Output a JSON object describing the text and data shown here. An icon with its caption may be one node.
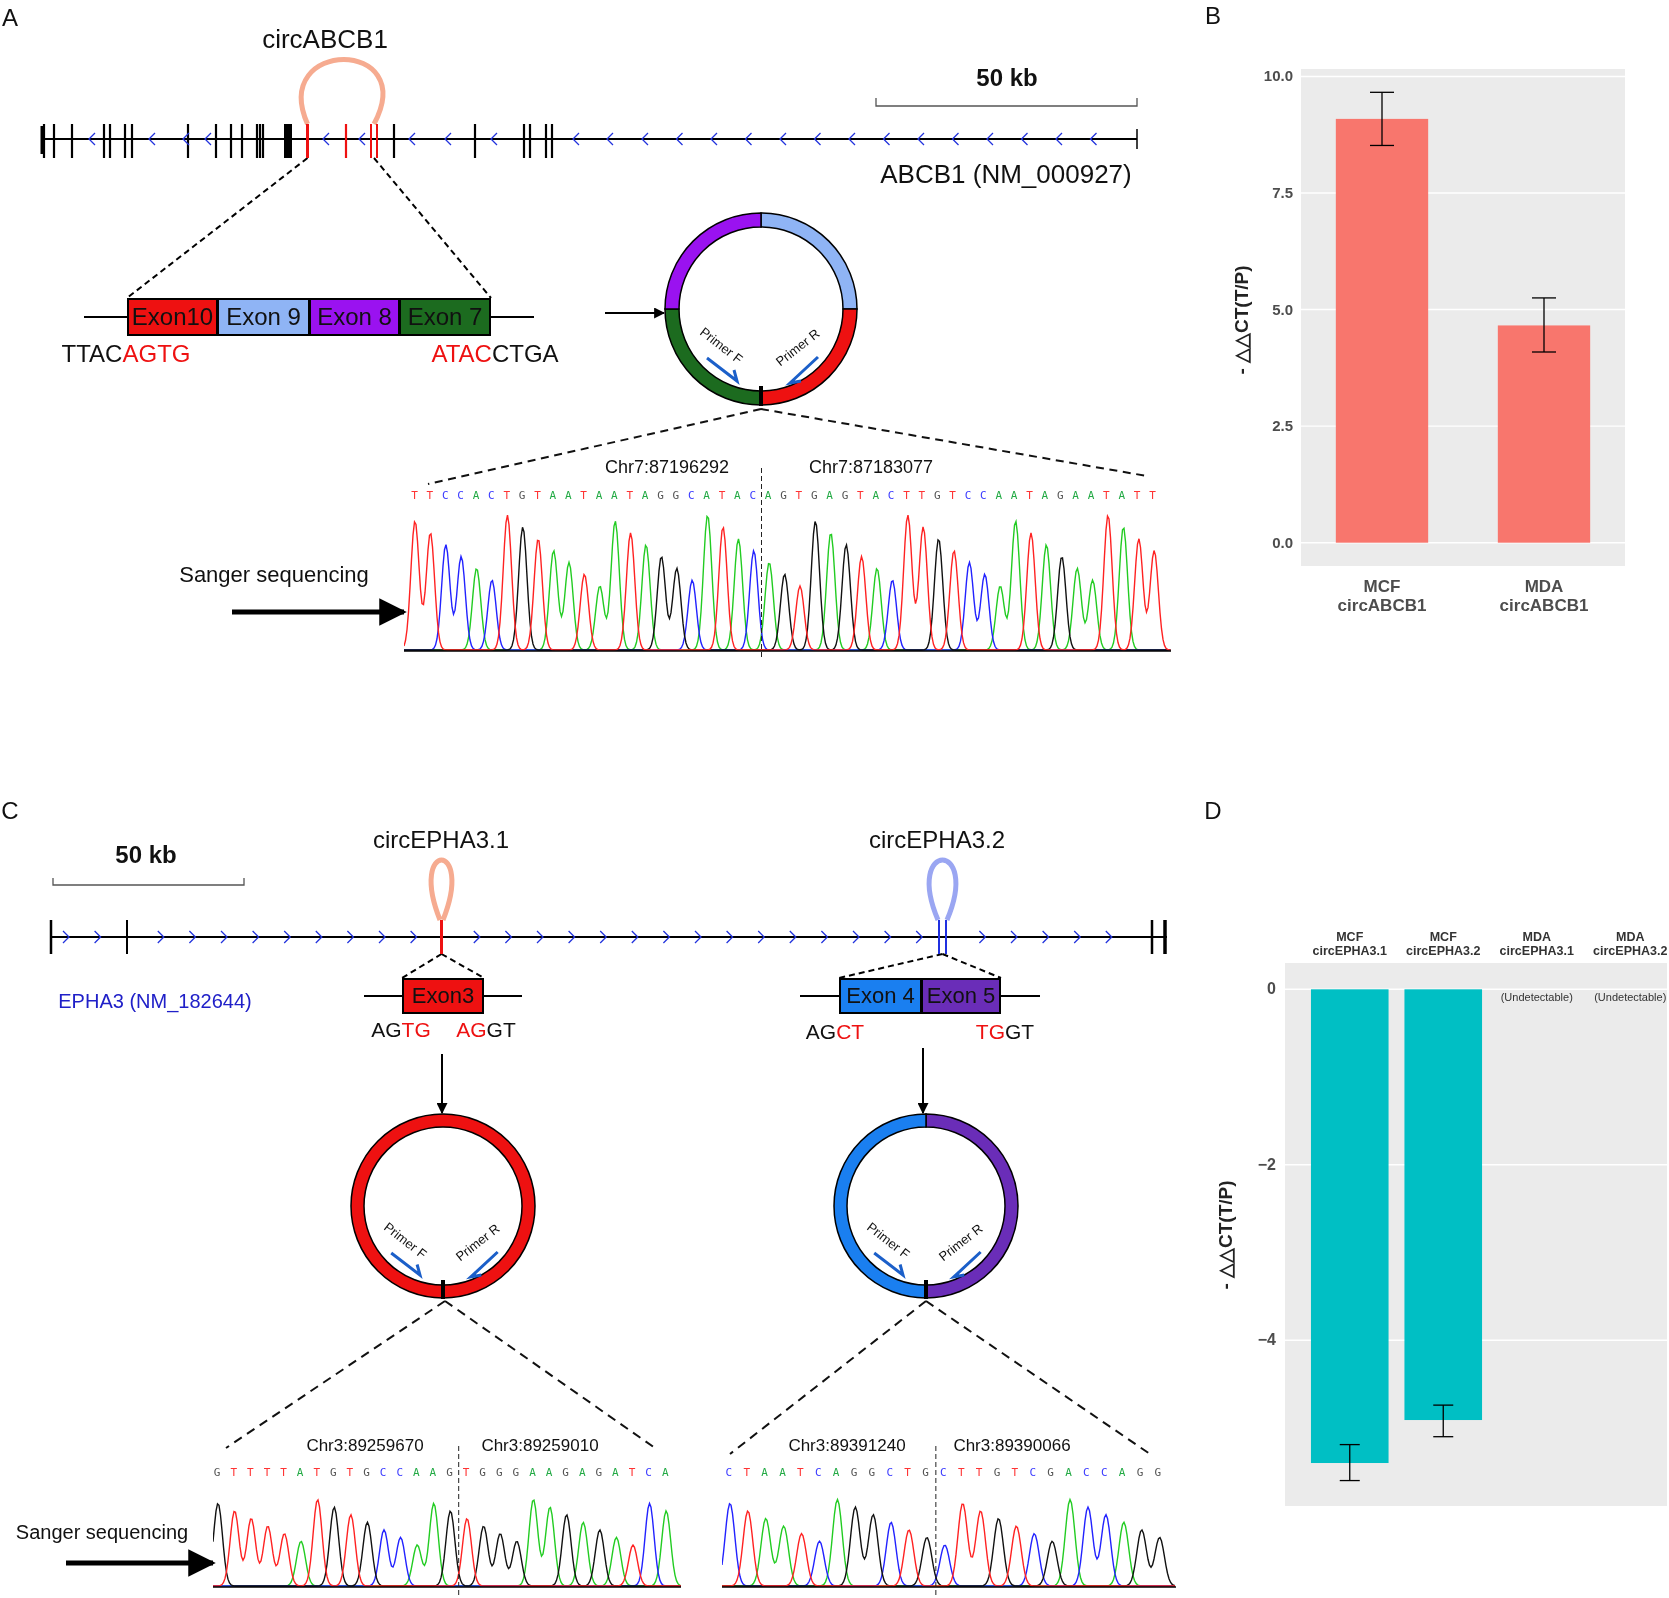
{
  "diagram": {
    "nodes": [
      {
        "text": [
          "Exon10"
        ]
      },
      {
        "text": [
          "Exon 9"
        ]
      },
      {
        "text": [
          "Exon 8"
        ]
      },
      {
        "text": [
          "Exon 7"
        ]
      },
      {
        "text": [
          "Primer F",
          "Primer R"
        ]
      },
      {
        "text": [
          "Sanger sequencing"
        ]
      },
      {
        "text": [
          "Chr7:87196292",
          "Chr7:87183077",
          "T T C C A C T G T A A T A A T A G G C A T A C A G T G A G T A C T T G T C C A A T A G A A T A T T"
        ]
      },
      {
        "text": [
          "Exon3"
        ]
      },
      {
        "text": [
          "Exon 4"
        ]
      },
      {
        "text": [
          "Exon 5"
        ]
      },
      {
        "text": [
          "Primer F",
          "Primer R"
        ]
      },
      {
        "text": [
          "Primer F",
          "Primer R"
        ]
      },
      {
        "text": [
          "Sanger sequencing"
        ]
      },
      {
        "text": [
          "Chr3:89259670",
          "Chr3:89259010",
          "G T T T T A T G T G C C A A G T G G G A A G A G A T C A"
        ]
      },
      {
        "text": [
          "Chr3:89391240",
          "Chr3:89390066",
          "C T A A T C A G G C T G C T T G T C G A C C A G G"
        ]
      },
      {
        "text": [],
        "shape": "bar"
      },
      {
        "text": [],
        "shape": "bar"
      },
      {
        "text": [],
        "shape": "bar"
      },
      {
        "text": [],
        "shape": "bar"
      }
    ],
    "edges": [
      {
        "from": null,
        "to": 4,
        "arrow": "to"
      },
      {
        "from": 5,
        "to": 6,
        "arrow": "to",
        "style": "thick"
      },
      {
        "from": null,
        "to": 10,
        "arrow": "to"
      },
      {
        "from": null,
        "to": 11,
        "arrow": "to"
      },
      {
        "from": 12,
        "to": 13,
        "arrow": "to",
        "style": "thick"
      },
      {
        "from": 15,
        "to": 0,
        "arrow": "none",
        "style": "dashed"
      },
      {
        "from": 16,
        "to": 3,
        "arrow": "none",
        "style": "dashed"
      },
      {
        "from": 17,
        "to": 7,
        "arrow": "none",
        "style": "dashed"
      },
      {
        "from": 17,
        "to": 7,
        "arrow": "none",
        "style": "dashed"
      },
      {
        "from": 18,
        "to": 8,
        "arrow": "none",
        "style": "dashed"
      },
      {
        "from": 18,
        "to": 9,
        "arrow": "none",
        "style": "dashed"
      },
      {
        "from": 15,
        "to": 16,
        "arrow": "none",
        "style": "thick",
        "color": "#f6ab90"
      },
      {
        "from": 17,
        "to": 17,
        "arrow": "none",
        "style": "thick",
        "color": "#f6ab90"
      },
      {
        "from": 18,
        "to": 18,
        "arrow": "none",
        "style": "thick",
        "color": "#9aa6f2"
      }
    ],
    "labels": [
      "A",
      "circABCB1",
      "50 kb",
      "ABCB1 (NM_000927)",
      "TTACAGTG",
      "ATACCTGA",
      "B",
      "C",
      "50 kb",
      "circEPHA3.1",
      "circEPHA3.2",
      "EPHA3 (NM_182644)",
      "AGTG",
      "AGGT",
      "AGCT",
      "TGGT",
      "D"
    ],
    "chart_data": [
      {
        "type": "bar",
        "ylabel": "- △△CT(T/P)",
        "categories": [
          "MCF circABCB1",
          "MDA circABCB1"
        ],
        "series": [
          {
            "color": "#f8766d",
            "values": [
              9.09,
              4.66
            ],
            "errors": [
              [
                8.52,
                9.66
              ],
              [
                4.09,
                5.25
              ]
            ]
          }
        ],
        "ylim": [
          -0.5,
          10.16
        ],
        "yticks": [
          {
            "value": 0,
            "label": "0.0"
          },
          {
            "value": 2.5,
            "label": "2.5"
          },
          {
            "value": 5,
            "label": "5.0"
          },
          {
            "value": 7.5,
            "label": "7.5"
          },
          {
            "value": 10,
            "label": "10.0"
          }
        ],
        "grid": true
      },
      {
        "type": "bar",
        "ylabel": "- △△CT(T/P)",
        "categories": [
          "MCF circEPHA3.1",
          "MCF circEPHA3.2",
          "MDA circEPHA3.1",
          "MDA circEPHA3.2"
        ],
        "series": [
          {
            "color": "#00bfc4",
            "values": [
              -5.4,
              -4.91,
              null,
              null
            ],
            "errors": [
              [
                -5.6,
                -5.19
              ],
              [
                -5.1,
                -4.74
              ],
              null,
              null
            ]
          }
        ],
        "ylim": [
          -5.89,
          0.3
        ],
        "yticks": [
          {
            "value": -4,
            "label": "−4"
          },
          {
            "value": -2,
            "label": "−2"
          },
          {
            "value": 0,
            "label": "0"
          }
        ],
        "grid": true,
        "annotations": [
          "(Undetectable)",
          "(Undetectable)"
        ]
      }
    ]
  }
}
